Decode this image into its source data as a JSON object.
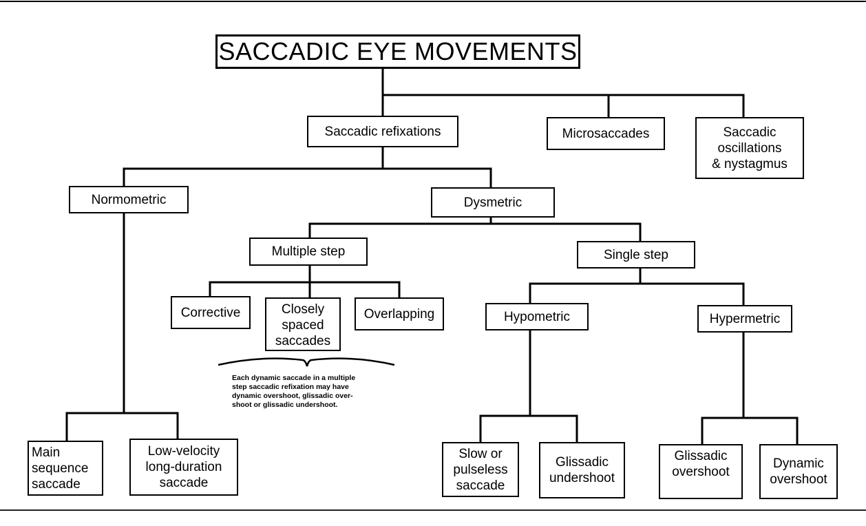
{
  "title": "SACCADIC EYE MOVEMENTS",
  "nodes": {
    "saccadic_refixations": "Saccadic refixations",
    "microsaccades": "Microsaccades",
    "saccadic_oscillations": "Saccadic\noscillations\n& nystagmus",
    "normometric": "Normometric",
    "dysmetric": "Dysmetric",
    "multiple_step": "Multiple step",
    "single_step": "Single step",
    "corrective": "Corrective",
    "closely_spaced": "Closely\nspaced\nsaccades",
    "overlapping": "Overlapping",
    "hypometric": "Hypometric",
    "hypermetric": "Hypermetric",
    "main_sequence": "Main\nsequence\nsaccade",
    "low_velocity": "Low-velocity\nlong-duration\nsaccade",
    "slow_pulseless": "Slow or\npulseless\nsaccade",
    "glissadic_undershoot": "Glissadic\nundershoot",
    "glissadic_overshoot": "Glissadic\novershoot",
    "dynamic_overshoot": "Dynamic\novershoot"
  },
  "note": "Each dynamic saccade in a multiple\nstep saccadic refixation may have\ndynamic overshoot, glissadic over-\nshoot or glissadic undershoot."
}
